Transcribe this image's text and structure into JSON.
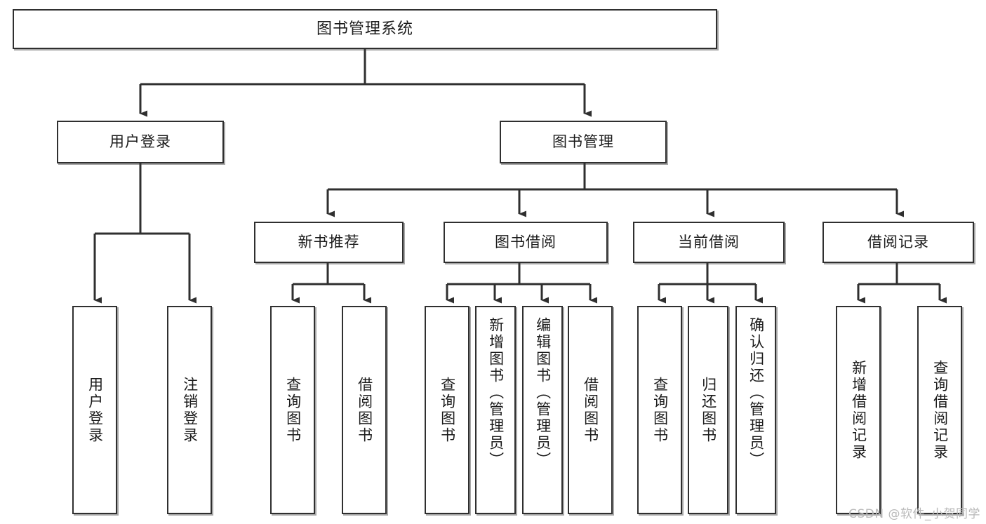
{
  "diagram": {
    "title": "图书管理系统",
    "watermark": "CSDN @软件_小贺同学",
    "colors": {
      "box_border": "#2f2f2f",
      "edge": "#2f2f2f",
      "background": "#ffffff",
      "text": "#1b1b1b",
      "watermark": "#b9b9b9"
    },
    "nodes": {
      "root": {
        "label": "图书管理系统"
      },
      "level2": [
        {
          "label": "用户登录"
        },
        {
          "label": "图书管理"
        }
      ],
      "level3": [
        {
          "label": "新书推荐"
        },
        {
          "label": "图书借阅"
        },
        {
          "label": "当前借阅"
        },
        {
          "label": "借阅记录"
        }
      ],
      "leaves": {
        "user_login": [
          {
            "label": "用户登录"
          },
          {
            "label": "注销登录"
          }
        ],
        "new_book_recommend": [
          {
            "label": "查询图书"
          },
          {
            "label": "借阅图书"
          }
        ],
        "book_borrow": [
          {
            "label": "查询图书"
          },
          {
            "label": "新增图书（管理员）"
          },
          {
            "label": "编辑图书（管理员）"
          },
          {
            "label": "借阅图书"
          }
        ],
        "current_borrow": [
          {
            "label": "查询图书"
          },
          {
            "label": "归还图书"
          },
          {
            "label": "确认归还（管理员）"
          }
        ],
        "borrow_record": [
          {
            "label": "新增借阅记录"
          },
          {
            "label": "查询借阅记录"
          }
        ]
      }
    }
  }
}
